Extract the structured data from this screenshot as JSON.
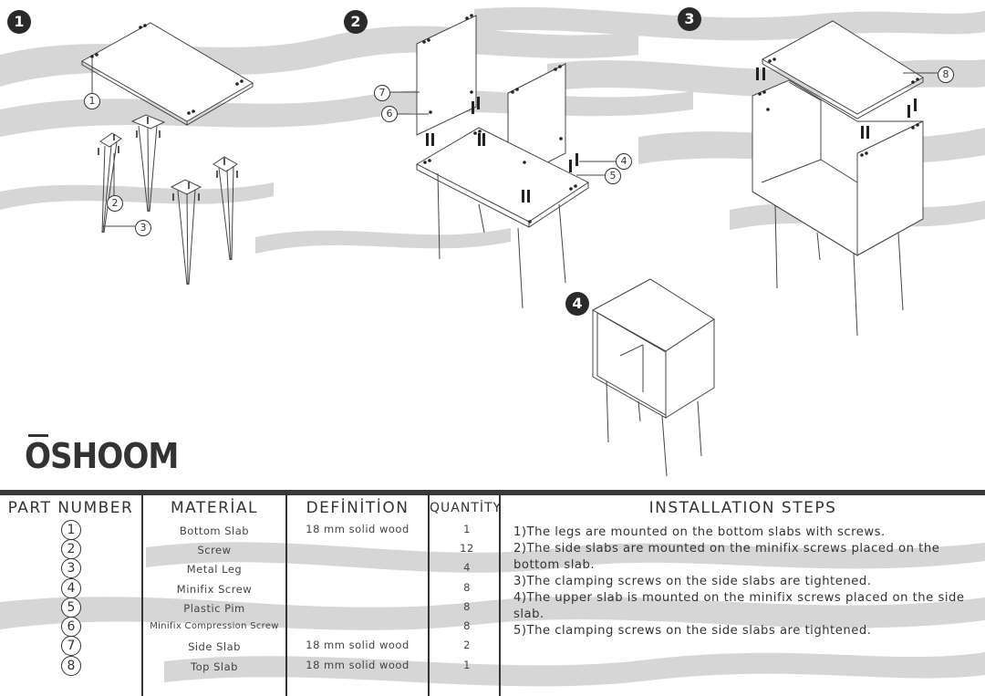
{
  "step_numbers": [
    "1",
    "2",
    "3",
    "4"
  ],
  "brand": "OSHOOM",
  "callouts": [
    "1",
    "2",
    "3",
    "7",
    "6",
    "4",
    "5",
    "8"
  ],
  "table": {
    "headers": [
      "PART NUMBER",
      "MATERİAL",
      "DEFİNİTİON",
      "QUANTİTY",
      "INSTALLATION STEPS"
    ],
    "rows": [
      {
        "part": "1",
        "material": "Bottom Slab",
        "definition": "18 mm solid wood",
        "quantity": "1"
      },
      {
        "part": "2",
        "material": "Screw",
        "definition": "",
        "quantity": "12"
      },
      {
        "part": "3",
        "material": "Metal Leg",
        "definition": "",
        "quantity": "4"
      },
      {
        "part": "4",
        "material": "Minifix Screw",
        "definition": "",
        "quantity": "8"
      },
      {
        "part": "5",
        "material": "Plastic Pim",
        "definition": "",
        "quantity": "8"
      },
      {
        "part": "6",
        "material": "Minifix Compression Screw",
        "definition": "",
        "quantity": "8"
      },
      {
        "part": "7",
        "material": "Side Slab",
        "definition": "18 mm solid wood",
        "quantity": "2"
      },
      {
        "part": "8",
        "material": "Top Slab",
        "definition": "18 mm solid wood",
        "quantity": "1"
      }
    ],
    "steps": [
      "1)The legs are mounted on the bottom slabs with screws.",
      "2)The side slabs are mounted on the minifix screws placed on the bottom slab.",
      "3)The clamping screws on the side slabs are tightened.",
      "4)The upper slab is mounted on the minifix screws placed on the side slab.",
      "5)The clamping screws on the side slabs are tightened."
    ]
  },
  "colors": {
    "stripe": "#d3d3d3",
    "ink": "#333333",
    "badge": "#2a2a2a"
  }
}
